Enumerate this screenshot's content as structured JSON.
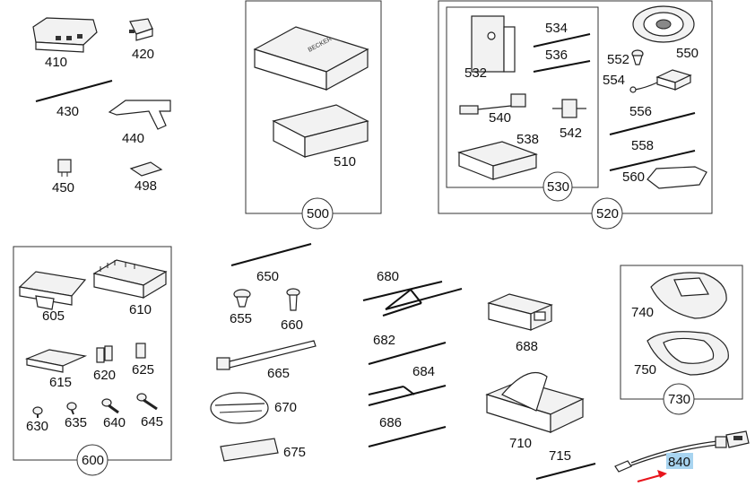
{
  "labels": {
    "l410": "410",
    "l420": "420",
    "l430": "430",
    "l440": "440",
    "l450": "450",
    "l498": "498",
    "l500": "500",
    "l510": "510",
    "l520": "520",
    "l530": "530",
    "l532": "532",
    "l534": "534",
    "l536": "536",
    "l538": "538",
    "l540": "540",
    "l542": "542",
    "l550": "550",
    "l552": "552",
    "l554": "554",
    "l556": "556",
    "l558": "558",
    "l560": "560",
    "l600": "600",
    "l605": "605",
    "l610": "610",
    "l615": "615",
    "l620": "620",
    "l625": "625",
    "l630": "630",
    "l635": "635",
    "l640": "640",
    "l645": "645",
    "l650": "650",
    "l655": "655",
    "l660": "660",
    "l665": "665",
    "l670": "670",
    "l675": "675",
    "l680": "680",
    "l682": "682",
    "l684": "684",
    "l686": "686",
    "l688": "688",
    "l710": "710",
    "l715": "715",
    "l730": "730",
    "l740": "740",
    "l750": "750",
    "l840": "840"
  },
  "highlight": {
    "label": "840",
    "color": "#a8d4f0",
    "arrow_color": "#e8141c"
  },
  "product_brand": "BECKER"
}
